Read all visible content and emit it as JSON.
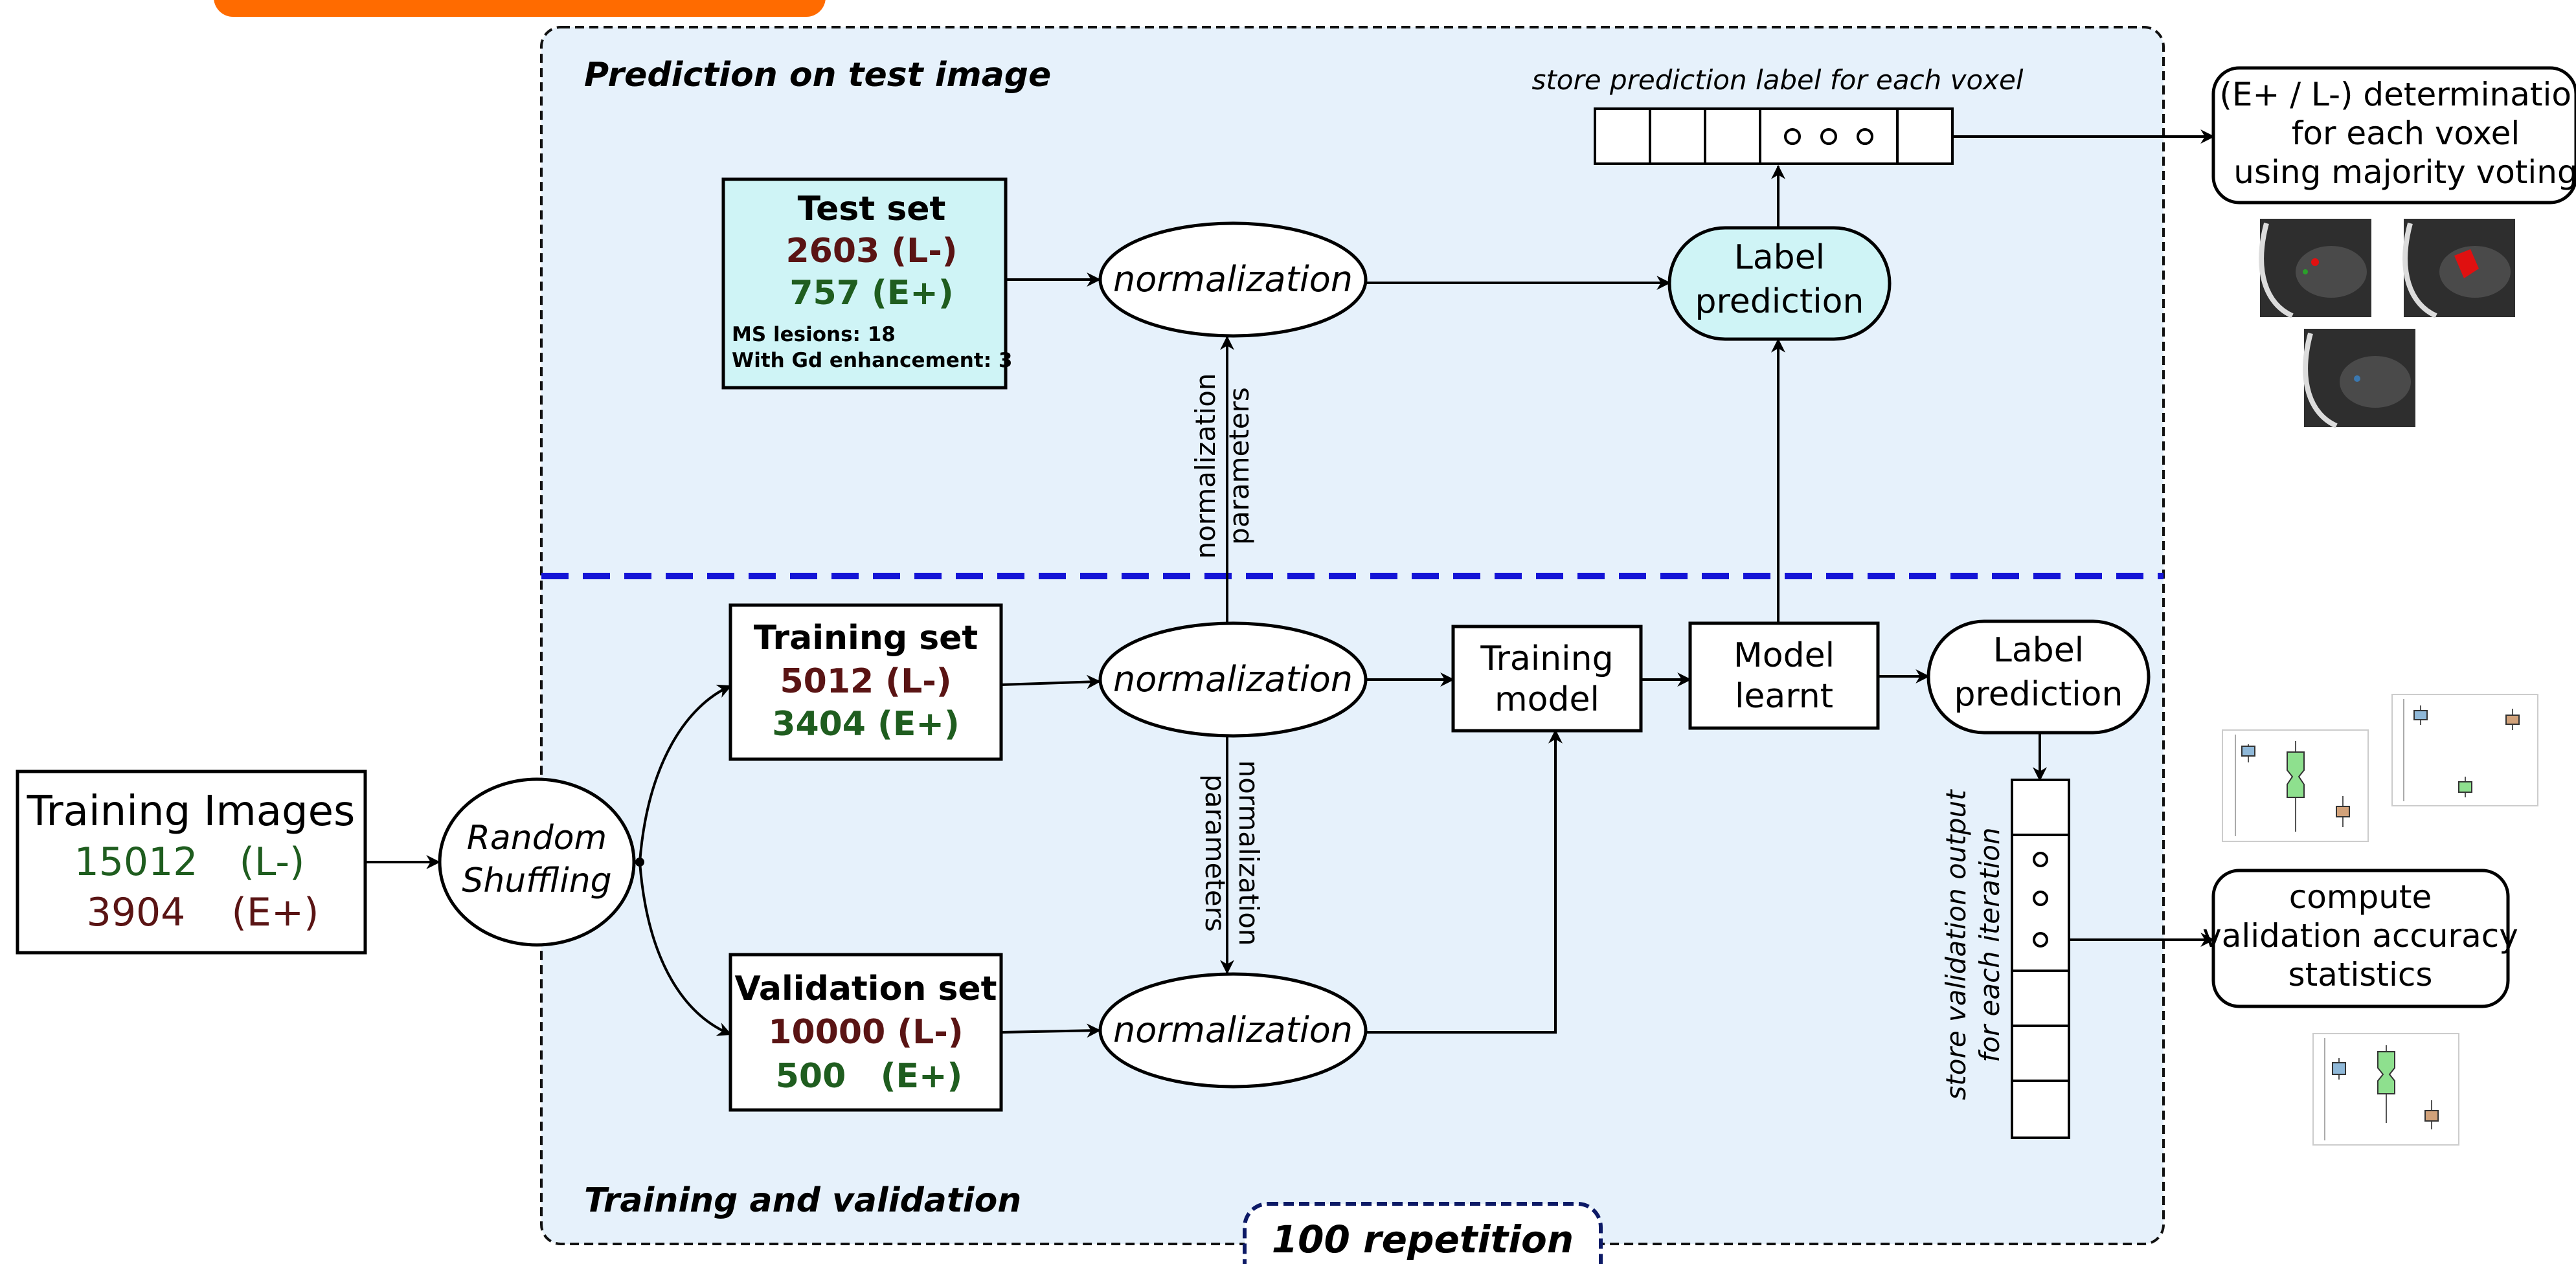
{
  "colors": {
    "panel_fill": "#e6f1fb",
    "cyan_fill": "#cff4f6",
    "dashed_blue": "#1414d6",
    "navy": "#0d1a66",
    "orange": "#ff6b00",
    "green_text": "#1f5d1f",
    "maroon_text": "#5a1414",
    "boxplot_green": "#8ee08e",
    "boxplot_blue": "#8fb8d8",
    "boxplot_brown": "#d2a27a",
    "mri_dark": "#2e2e2e",
    "mri_lesion": "#e01010"
  },
  "panels": {
    "test_title": "Prediction on test image",
    "train_title": "Training and validation",
    "repetition": "100 repetition"
  },
  "training_images": {
    "title": "Training Images",
    "l_count": "15012",
    "l_label": "(L-)",
    "e_count": "3904",
    "e_label": "(E+)"
  },
  "shuffle": {
    "line1": "Random",
    "line2": "Shuffling"
  },
  "training_set": {
    "title": "Training set",
    "l_count": "5012",
    "l_label": "(L-)",
    "e_count": "3404",
    "e_label": "(E+)"
  },
  "validation_set": {
    "title": "Validation set",
    "l_count": "10000",
    "l_label": "(L-)",
    "e_count": "500",
    "e_label": "(E+)"
  },
  "test_set": {
    "title": "Test set",
    "l_count": "2603",
    "l_label": "(L-)",
    "e_count": "757",
    "e_label": "(E+)",
    "ms_lesions": "MS lesions: 18",
    "gd_enh": "With Gd enhancement: 3"
  },
  "normalization": "normalization",
  "norm_params": {
    "line1": "normalization",
    "line2": "parameters"
  },
  "training_model": {
    "line1": "Training",
    "line2": "model"
  },
  "model_learnt": {
    "line1": "Model",
    "line2": "learnt"
  },
  "label_prediction": {
    "line1": "Label",
    "line2": "prediction"
  },
  "store_prediction": "store prediction label for each voxel",
  "store_validation": {
    "line1": "store validation output",
    "line2": "for each iteration"
  },
  "determination": {
    "line1": "(E+ / L-) determination",
    "line2": "for each voxel",
    "line3": "using majority voting"
  },
  "compute_stats": {
    "line1": "compute",
    "line2": "validation accuracy",
    "line3": "statistics"
  }
}
